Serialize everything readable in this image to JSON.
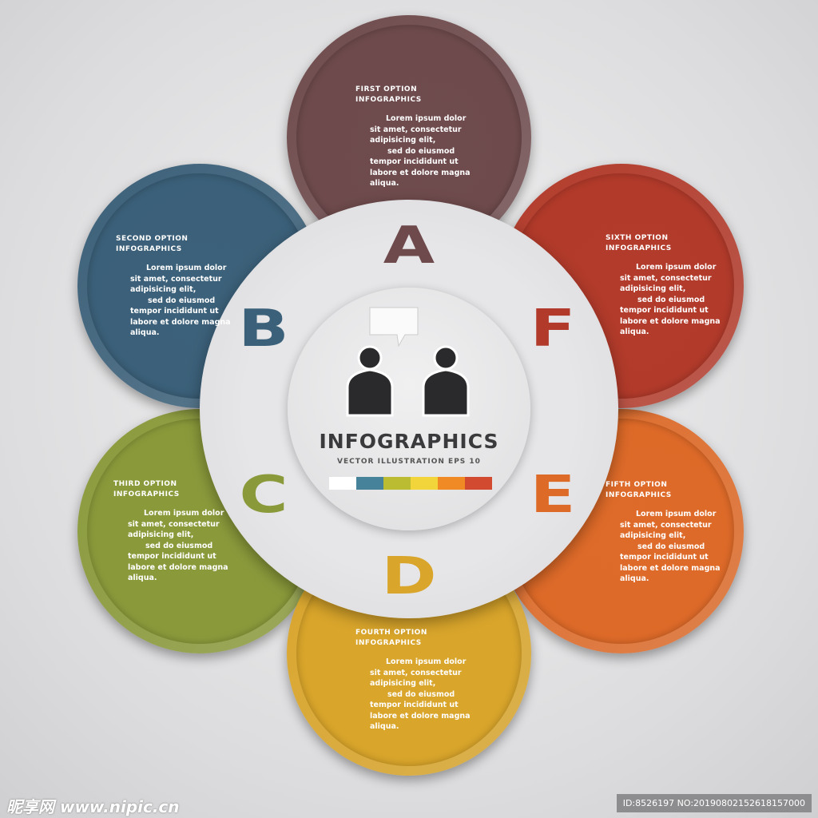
{
  "petals": [
    {
      "key": "A",
      "title1": "First option",
      "title2": "Infographics",
      "color": "#6e4a4c",
      "lines": [
        "Lorem ipsum dolor",
        "sit amet, consectetur",
        "adipisicing elit,",
        "sed do eiusmod",
        "tempor incididunt ut",
        "labore et dolore magna",
        "aliqua."
      ]
    },
    {
      "key": "B",
      "title1": "Second option",
      "title2": "Infographics",
      "color": "#3b6079",
      "lines": [
        "Lorem ipsum dolor",
        "sit amet, consectetur",
        "adipisicing elit,",
        "sed do eiusmod",
        "tempor incididunt ut",
        "labore et dolore magna",
        "aliqua."
      ]
    },
    {
      "key": "C",
      "title1": "Third option",
      "title2": "Infographics",
      "color": "#8a9a3a",
      "lines": [
        "Lorem ipsum dolor",
        "sit amet, consectetur",
        "adipisicing elit,",
        "sed do eiusmod",
        "tempor incididunt ut",
        "labore et dolore magna",
        "aliqua."
      ]
    },
    {
      "key": "D",
      "title1": "Fourth option",
      "title2": "Infographics",
      "color": "#d9a52a",
      "lines": [
        "Lorem ipsum dolor",
        "sit amet, consectetur",
        "adipisicing elit,",
        "sed do eiusmod",
        "tempor incididunt ut",
        "labore et dolore magna",
        "aliqua."
      ]
    },
    {
      "key": "E",
      "title1": "Fifth option",
      "title2": "Infographics",
      "color": "#de6a28",
      "lines": [
        "Lorem ipsum dolor",
        "sit amet, consectetur",
        "adipisicing elit,",
        "sed do eiusmod",
        "tempor incididunt ut",
        "labore et dolore magna",
        "aliqua."
      ]
    },
    {
      "key": "F",
      "title1": "Sixth option",
      "title2": "Infographics",
      "color": "#b23a2a",
      "lines": [
        "Lorem ipsum dolor",
        "sit amet, consectetur",
        "adipisicing elit,",
        "sed do eiusmod",
        "tempor incididunt ut",
        "labore et dolore magna",
        "aliqua."
      ]
    }
  ],
  "center": {
    "title": "INFOGRAPHICS",
    "subtitle": "VECTOR ILLUSTRATION EPS 10",
    "swatches": [
      "#ffffff",
      "#46839a",
      "#bcbc32",
      "#f2d53a",
      "#ef8a24",
      "#d24a30"
    ]
  },
  "watermark": {
    "site": "昵享网 www.nipic.cn",
    "id": "ID:8526197 NO:20190802152618157000"
  }
}
